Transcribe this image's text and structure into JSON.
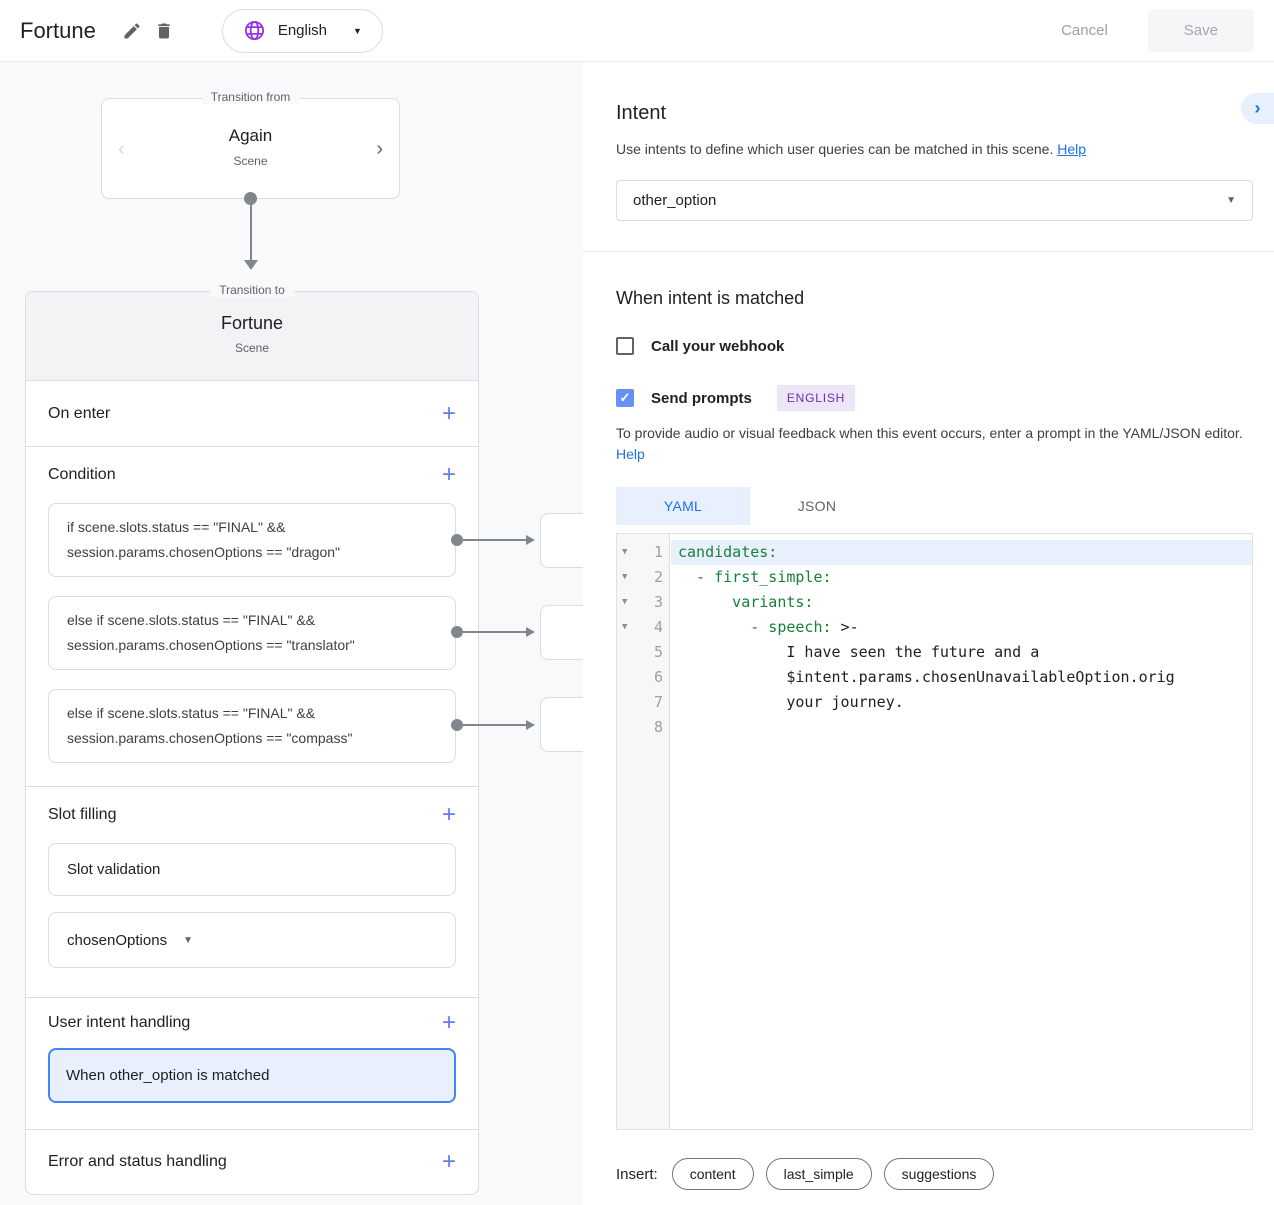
{
  "topbar": {
    "title": "Fortune",
    "language": "English",
    "cancel": "Cancel",
    "save": "Save"
  },
  "canvas": {
    "transition_from": {
      "legend": "Transition from",
      "name": "Again",
      "type": "Scene"
    },
    "scene": {
      "legend": "Transition to",
      "name": "Fortune",
      "type": "Scene",
      "sections": {
        "on_enter": "On enter",
        "condition": "Condition",
        "slot_filling": "Slot filling",
        "user_intent_handling": "User intent handling",
        "error_handling": "Error and status handling"
      },
      "conditions": [
        {
          "line1": "if scene.slots.status == \"FINAL\" &&",
          "line2": "session.params.chosenOptions == \"dragon\""
        },
        {
          "line1": "else if scene.slots.status == \"FINAL\" &&",
          "line2": "session.params.chosenOptions == \"translator\""
        },
        {
          "line1": "else if scene.slots.status == \"FINAL\" &&",
          "line2": "session.params.chosenOptions == \"compass\""
        }
      ],
      "slot_validation": "Slot validation",
      "slot_param": "chosenOptions",
      "intent_handler": "When other_option is matched"
    }
  },
  "panel": {
    "title": "Intent",
    "description": "Use intents to define which user queries can be matched in this scene.",
    "help_link": "Help",
    "intent_value": "other_option",
    "matched_heading": "When intent is matched",
    "webhook_label": "Call your webhook",
    "prompts_label": "Send prompts",
    "language_badge": "ENGLISH",
    "prompts_description": "To provide audio or visual feedback when this event occurs, enter a prompt in the YAML/JSON editor.",
    "help_link2": "Help",
    "tabs": {
      "yaml": "YAML",
      "json": "JSON"
    },
    "editor": {
      "lines": [
        {
          "n": "1",
          "g": "candidates:",
          "b": ""
        },
        {
          "n": "2",
          "g": "  - first_simple:",
          "b": ""
        },
        {
          "n": "3",
          "g": "      variants:",
          "b": ""
        },
        {
          "n": "4",
          "g": "        - speech:",
          "b": " >-"
        },
        {
          "n": "5",
          "g": "",
          "b": "            I have seen the future and a"
        },
        {
          "n": "6",
          "g": "",
          "b": "            $intent.params.chosenUnavailableOption.orig"
        },
        {
          "n": "7",
          "g": "",
          "b": "            your journey."
        },
        {
          "n": "8",
          "g": "",
          "b": ""
        }
      ]
    },
    "insert": {
      "label": "Insert:",
      "chips": [
        "content",
        "last_simple",
        "suggestions"
      ]
    }
  },
  "icons": {
    "pencil-icon": "pencil",
    "trash-icon": "trash",
    "globe-icon": "globe",
    "caret-down-icon": "▼",
    "chevron-left-icon": "‹",
    "chevron-right-icon": "›",
    "expand-panel-icon": "›",
    "plus-icon": "+",
    "checkbox-check-icon": "✓",
    "fold-icon": "▼",
    "connector-arrow-icon": "→"
  },
  "colors": {
    "accent_blue": "#1a73e8",
    "plus_blue": "#5b7fe8",
    "selected_bg": "#e8f0fe",
    "checked_checkbox": "#6691f0",
    "badge_bg": "#ece6f7",
    "badge_text": "#7627bb",
    "globe_purple": "#9334e6",
    "code_key_green": "#188038",
    "connector_gray": "#80868b",
    "canvas_bg": "#f8f9fa",
    "card_header_bg": "#f1f3f4",
    "border_gray": "#dadce0"
  }
}
